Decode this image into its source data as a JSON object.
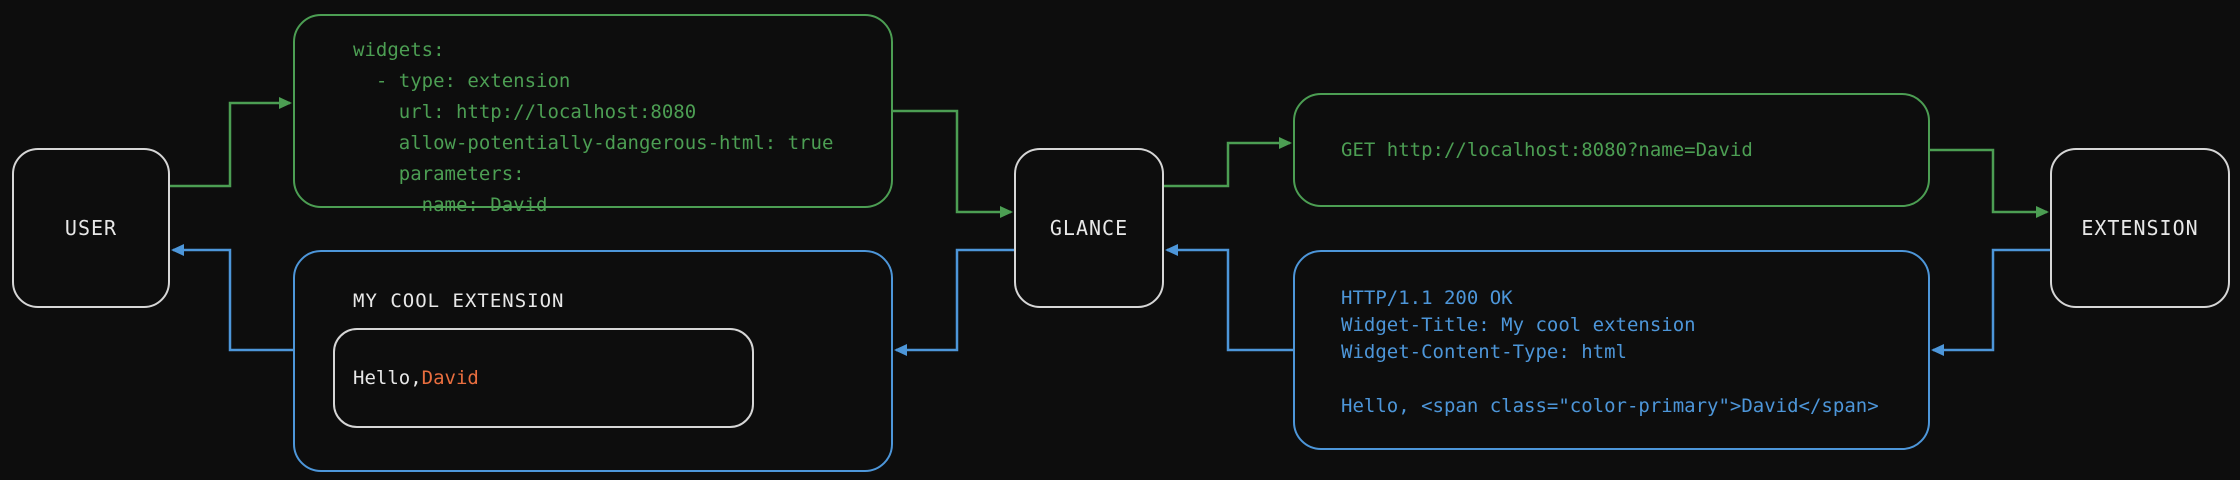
{
  "theme": {
    "bg": "#0d0d0d",
    "text": "#e8e8e8",
    "border": "#d6d6d6",
    "green": "#4c9e53",
    "blue": "#4d96d9",
    "orange": "#e96e3f"
  },
  "nodes": {
    "user": {
      "label": "USER"
    },
    "glance": {
      "label": "GLANCE"
    },
    "extension": {
      "label": "EXTENSION"
    }
  },
  "config_box": {
    "code": "widgets:\n  - type: extension\n    url: http://localhost:8080\n    allow-potentially-dangerous-html: true\n    parameters:\n      name: David"
  },
  "request_box": {
    "text": "GET http://localhost:8080?name=David"
  },
  "response_box": {
    "code": "HTTP/1.1 200 OK\nWidget-Title: My cool extension\nWidget-Content-Type: html\n\nHello, <span class=\"color-primary\">David</span>"
  },
  "widget_box": {
    "title": "MY COOL EXTENSION",
    "greeting_prefix": "Hello, ",
    "greeting_name": "David"
  }
}
